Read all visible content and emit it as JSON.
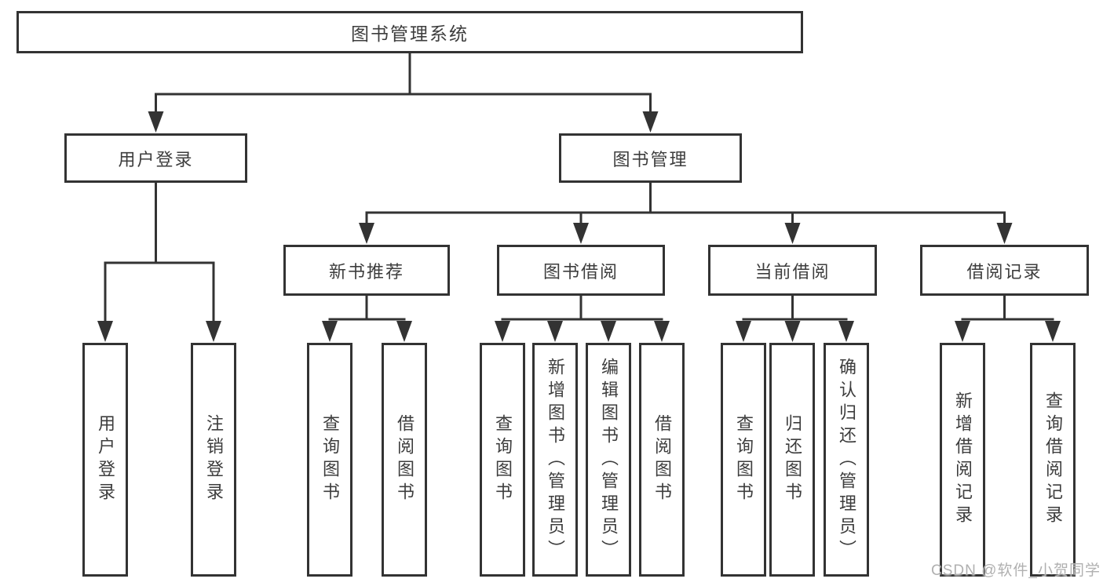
{
  "diagram": {
    "root": {
      "label": "图书管理系统"
    },
    "branches": [
      {
        "label": "用户登录",
        "children": [
          {
            "label": "用户登录"
          },
          {
            "label": "注销登录"
          }
        ]
      },
      {
        "label": "图书管理",
        "children": [
          {
            "label": "新书推荐",
            "children": [
              {
                "label": "查询图书"
              },
              {
                "label": "借阅图书"
              }
            ]
          },
          {
            "label": "图书借阅",
            "children": [
              {
                "label": "查询图书"
              },
              {
                "label": "新增图书（管理员）"
              },
              {
                "label": "编辑图书（管理员）"
              },
              {
                "label": "借阅图书"
              }
            ]
          },
          {
            "label": "当前借阅",
            "children": [
              {
                "label": "查询图书"
              },
              {
                "label": "归还图书"
              },
              {
                "label": "确认归还（管理员）"
              }
            ]
          },
          {
            "label": "借阅记录",
            "children": [
              {
                "label": "新增借阅记录"
              },
              {
                "label": "查询借阅记录"
              }
            ]
          }
        ]
      }
    ]
  },
  "watermark": {
    "text": "CSDN @软件_小贺同学"
  },
  "colors": {
    "line": "#333333",
    "box_border": "#333333",
    "box_background": "#ffffff",
    "text": "#3d3d3d",
    "watermark_text": "#b0b0b0",
    "page_background": "#ffffff"
  }
}
